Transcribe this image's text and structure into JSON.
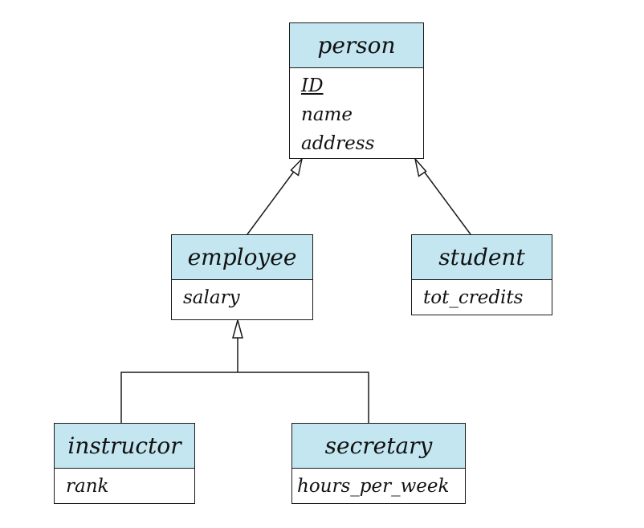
{
  "entities": {
    "person": {
      "name": "person",
      "attributes": [
        "ID",
        "name",
        "address"
      ],
      "primary_key": "ID"
    },
    "employee": {
      "name": "employee",
      "attributes": [
        "salary"
      ]
    },
    "student": {
      "name": "student",
      "attributes": [
        "tot_credits"
      ]
    },
    "instructor": {
      "name": "instructor",
      "attributes": [
        "rank"
      ]
    },
    "secretary": {
      "name": "secretary",
      "attributes": [
        "hours_per_week"
      ]
    }
  },
  "relationships": [
    {
      "type": "specialization",
      "from": "employee",
      "to": "person"
    },
    {
      "type": "specialization",
      "from": "student",
      "to": "person"
    },
    {
      "type": "specialization",
      "from": "instructor",
      "to": "employee"
    },
    {
      "type": "specialization",
      "from": "secretary",
      "to": "employee"
    }
  ],
  "colors": {
    "header_fill": "#c3e6f0",
    "line": "#1a1a1a",
    "background": "#ffffff"
  }
}
